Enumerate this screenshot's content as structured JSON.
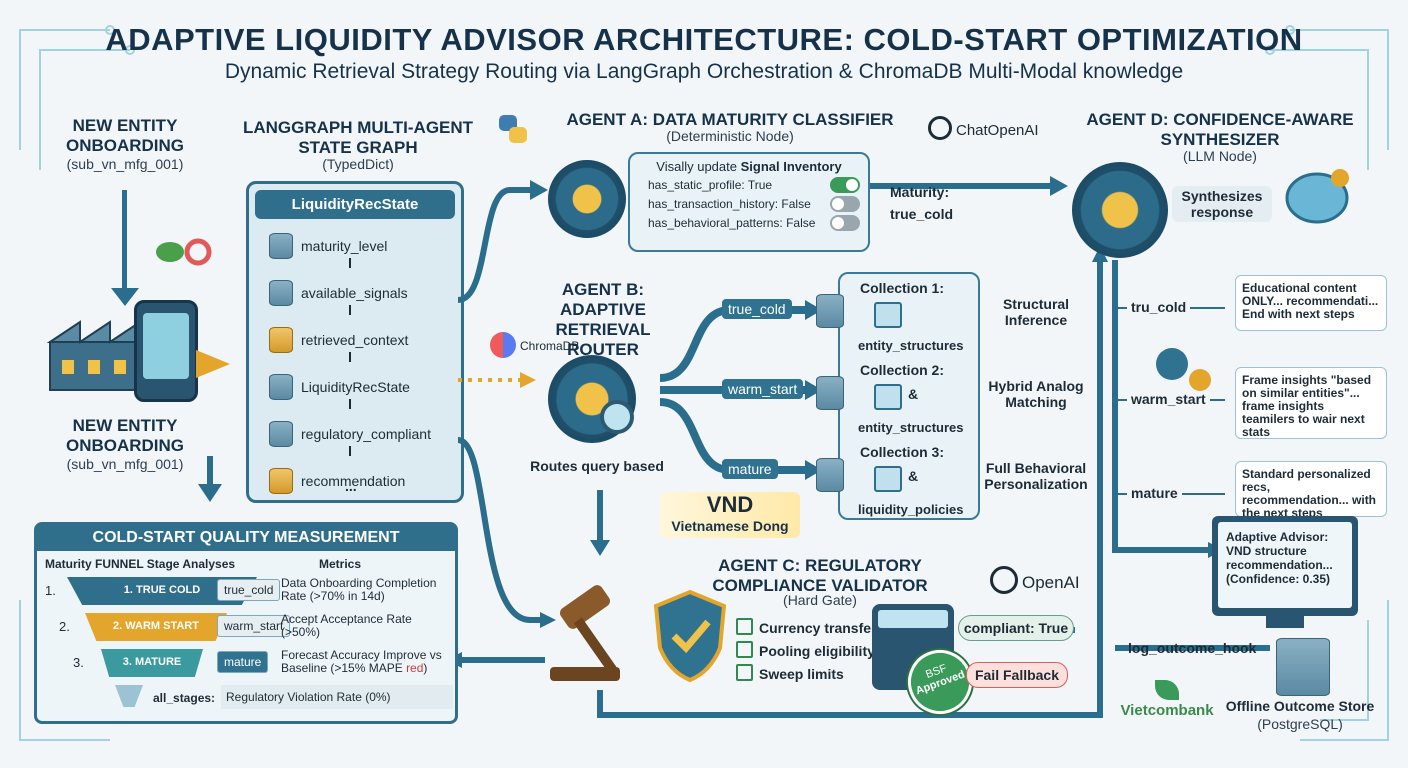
{
  "header": {
    "title": "ADAPTIVE LIQUIDITY ADVISOR ARCHITECTURE: COLD-START OPTIMIZATION",
    "subtitle": "Dynamic Retrieval Strategy Routing via LangGraph Orchestration & ChromaDB Multi-Modal knowledge"
  },
  "onboarding_top": {
    "title": "NEW ENTITY ONBOARDING",
    "id": "(sub_vn_mfg_001)"
  },
  "onboarding_bottom": {
    "title": "NEW ENTITY ONBOARDING",
    "id": "(sub_vn_mfg_001)"
  },
  "langgraph": {
    "title": "LANGGRAPH MULTI-AGENT STATE GRAPH",
    "subtitle": "(TypedDict)",
    "state_name": "LiquidityRecState",
    "fields": [
      "maturity_level",
      "available_signals",
      "retrieved_context",
      "LiquidityRecState",
      "regulatory_compliant",
      "recommendation"
    ],
    "ellipsis": "..."
  },
  "agent_a": {
    "title": "AGENT A: DATA MATURITY CLASSIFIER",
    "subtitle": "(Deterministic Node)",
    "panel_heading_prefix": "Visally update ",
    "panel_heading_bold": "Signal Inventory",
    "signals": [
      {
        "label": "has_static_profile: True",
        "on": true
      },
      {
        "label": "has_transaction_history: False",
        "on": false
      },
      {
        "label": "has_behavioral_patterns: False",
        "on": false
      }
    ],
    "logo_label": "ChatOpenAI",
    "output_label": "Maturity:",
    "output_value": "true_cold"
  },
  "agent_b": {
    "title": "AGENT B: ADAPTIVE RETRIEVAL ROUTER",
    "logo_label": "ChromaDB",
    "caption": "Routes query based",
    "routes": [
      "true_cold",
      "warm_start",
      "mature"
    ],
    "collections": [
      {
        "title": "Collection 1:",
        "name": "entity_structures",
        "amp": "",
        "desc": "Structural Inference"
      },
      {
        "title": "Collection 2:",
        "name": "entity_structures",
        "amp": "&",
        "desc": "Hybrid Analog Matching"
      },
      {
        "title": "Collection 3:",
        "name": "liquidity_policies",
        "amp": "&",
        "desc": "Full Behavioral Personalization"
      }
    ]
  },
  "vnd": {
    "code": "VND",
    "name": "Vietnamese Dong"
  },
  "agent_c": {
    "title": "AGENT C: REGULATORY COMPLIANCE VALIDATOR",
    "subtitle": "(Hard Gate)",
    "logo_label": "OpenAI",
    "checks": [
      "Currency transfer",
      "Pooling eligibility",
      "Sweep limits"
    ],
    "stamp_line1": "BSF",
    "stamp_line2": "Approved",
    "compliant_label": "compliant: True",
    "fallback_label": "Fail Fallback"
  },
  "agent_d": {
    "title": "AGENT D: CONFIDENCE-AWARE SYNTHESIZER",
    "subtitle": "(LLM Node)",
    "synth_label": "Synthesizes response",
    "outputs": [
      {
        "route": "tru_cold",
        "text": "Educational content ONLY... recommendati... End with next steps"
      },
      {
        "route": "warm_start",
        "text": "Frame insights \"based on similar entities\"... frame insights teamilers to wair next stats"
      },
      {
        "route": "mature",
        "text": "Standard personalized recs, recommendation... with the next steps"
      }
    ],
    "monitor_text": "Adaptive Advisor: VND structure recommendation... (Confidence: 0.35)",
    "hook_label": "log_outcome_hook",
    "store_title": "Offline Outcome Store",
    "store_sub": "(PostgreSQL)",
    "bank_name": "Vietcombank"
  },
  "measurement": {
    "title": "COLD-START QUALITY MEASUREMENT",
    "col1": "Maturity FUNNEL Stage Analyses",
    "col2": "Metrics",
    "stages": [
      {
        "num": "1.",
        "name": "1. TRUE COLD",
        "tag": "true_cold",
        "metric": "Data Onboarding Completion Rate (>70% in 14d)"
      },
      {
        "num": "2.",
        "name": "2. WARM START",
        "tag": "warm_start",
        "metric": "Accept Acceptance Rate (>50%)"
      },
      {
        "num": "3.",
        "name": "3. MATURE",
        "tag": "mature",
        "metric": "Forecast Accuracy Improve vs Baseline (>15% MAPE ",
        "metric_red": "red",
        "metric_end": ")"
      }
    ],
    "all_label": "all_stages:",
    "all_metric": "Regulatory Violation Rate (0%)"
  },
  "colors": {
    "primary": "#2f7390",
    "dark": "#16324a",
    "gold": "#e3a52b",
    "green": "#3a9a5a",
    "red": "#e05a5a"
  }
}
